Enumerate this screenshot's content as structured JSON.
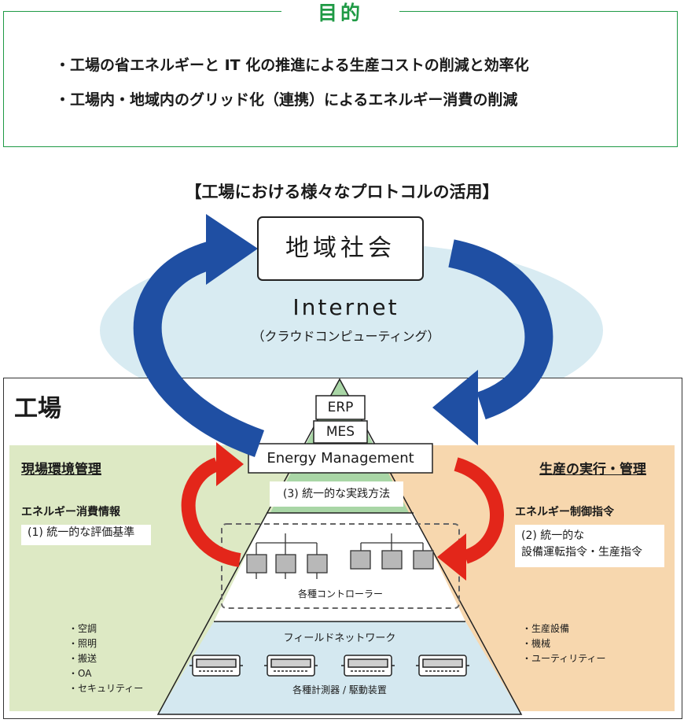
{
  "purpose": {
    "title": "目的",
    "lines": [
      "・工場の省エネルギーと IT 化の推進による生産コストの削減と効率化",
      "・工場内・地域内のグリッド化（連携）によるエネルギー消費の削減"
    ]
  },
  "protocol_heading": "【工場における様々なプロトコルの活用】",
  "community": "地域社会",
  "internet": {
    "title": "Internet",
    "subtitle": "（クラウドコンピューティング）"
  },
  "factory": {
    "label": "工場",
    "layers": {
      "erp": "ERP",
      "mes": "MES",
      "energy_management": "Energy Management"
    },
    "practice_method": "(3) 統一的な実践方法",
    "controllers_label": "各種コントローラー",
    "field_network": "フィールドネットワーク",
    "devices_label": "各種計測器 / 駆動装置"
  },
  "left_panel": {
    "title": "現場環境管理",
    "subtitle": "エネルギー消費情報",
    "box": "(1) 統一的な評価基準",
    "bullets": [
      "・空調",
      "・照明",
      "・搬送",
      "・OA",
      "・セキュリティー"
    ]
  },
  "right_panel": {
    "title": "生産の実行・管理",
    "subtitle": "エネルギー制御指令",
    "box_line1": "(2) 統一的な",
    "box_line2": "設備運転指令・生産指令",
    "bullets": [
      "・生産設備",
      "・機械",
      "・ユーティリティー"
    ]
  },
  "colors": {
    "green": "#1f9a45",
    "blue_arrow": "#1f4fa3",
    "red_arrow": "#e3261a",
    "cloud": "#d8ebf2",
    "left_panel": "#dde9c4",
    "right_panel": "#f7d7ae",
    "pyramid_top": "#a9d6a6",
    "pyramid_bottom": "#d4e8f0"
  }
}
